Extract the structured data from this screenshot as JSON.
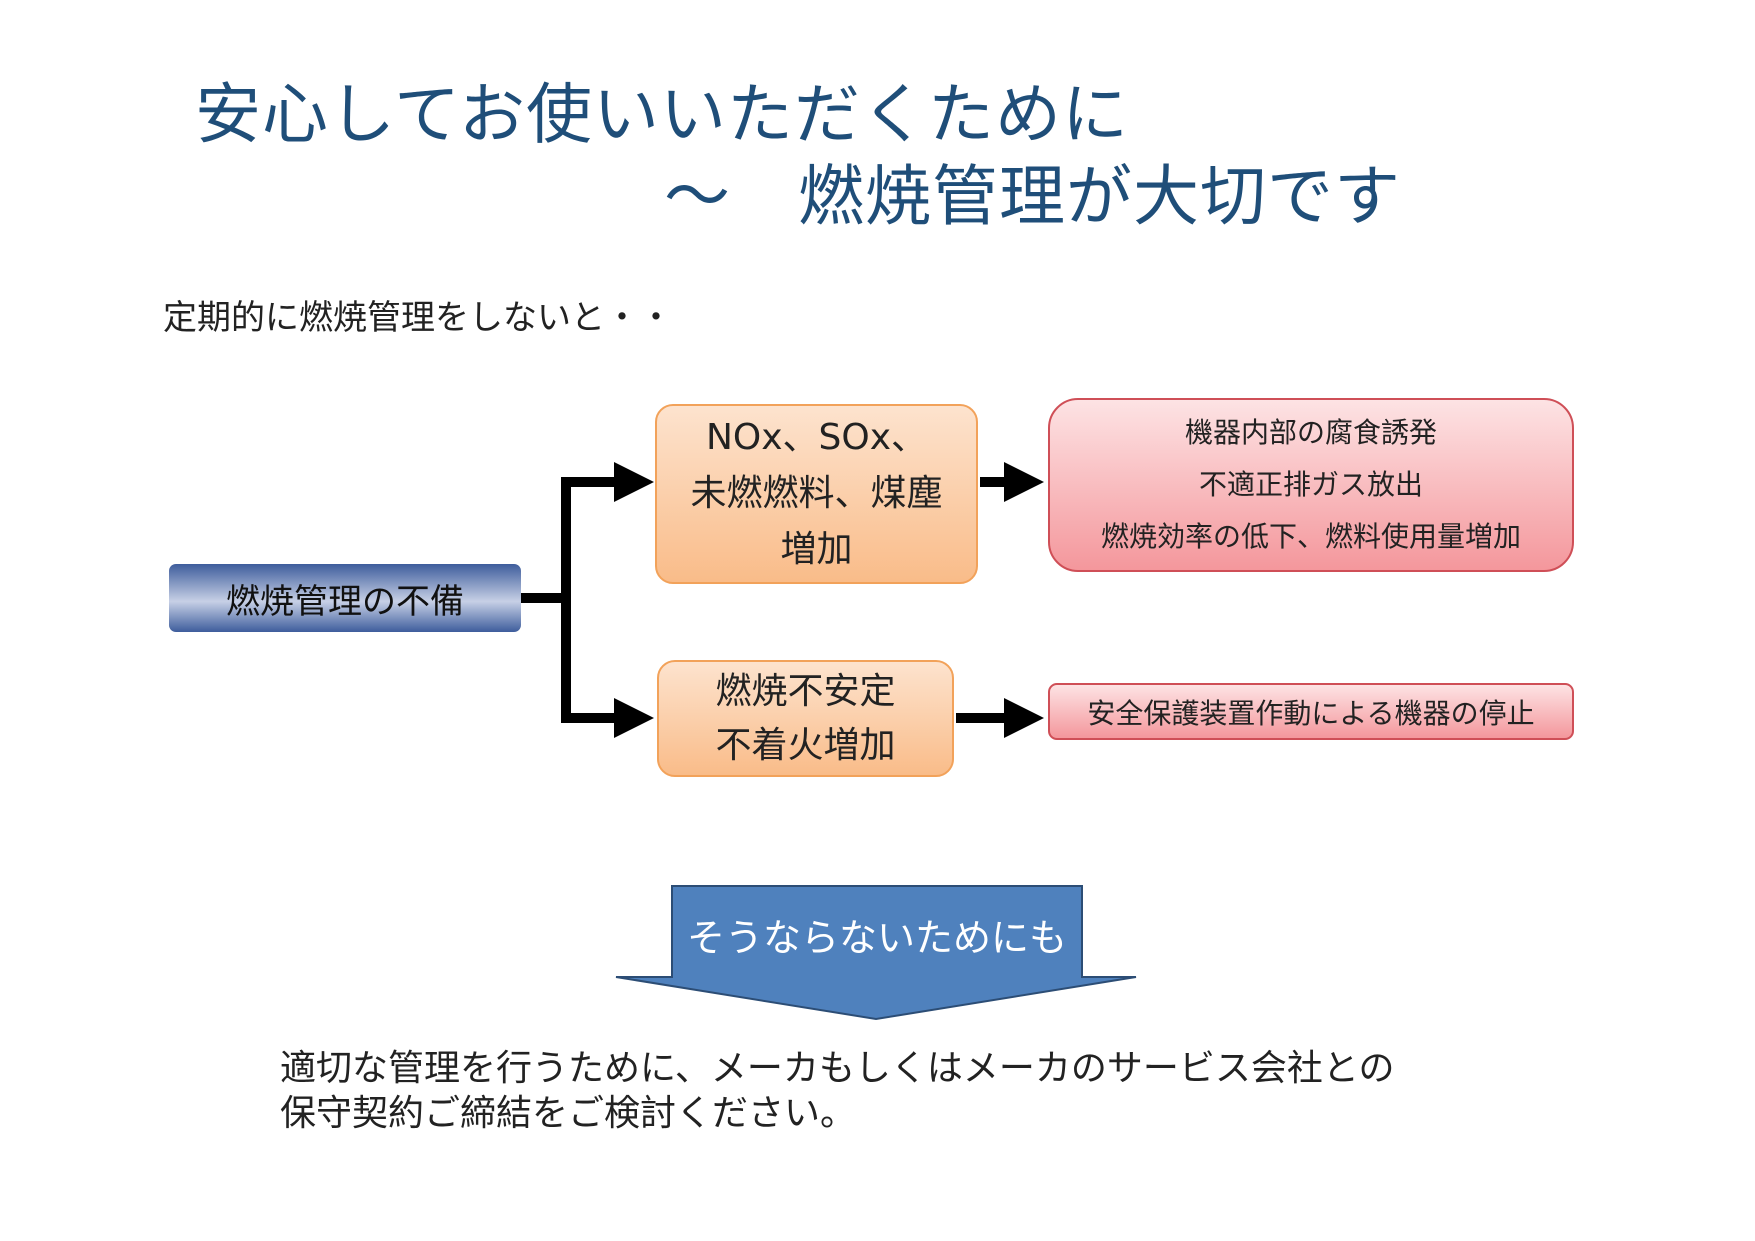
{
  "title": {
    "line1": "安心してお使いいただくために",
    "line2": "～　燃焼管理が大切です"
  },
  "intro": "定期的に燃焼管理をしないと・・",
  "diagram": {
    "cause": "燃焼管理の不備",
    "effect_upper": [
      "NOx、SOx、",
      "未燃燃料、煤塵",
      "増加"
    ],
    "effect_lower": [
      "燃焼不安定",
      "不着火増加"
    ],
    "result_upper": [
      "機器内部の腐食誘発",
      "不適正排ガス放出",
      "燃焼効率の低下、燃料使用量増加"
    ],
    "result_lower": "安全保護装置作動による機器の停止"
  },
  "banner": "そうならないためにも",
  "conclusion": [
    "適切な管理を行うために、メーカもしくはメーカのサービス会社との",
    "保守契約ご締結をご検討ください。"
  ],
  "colors": {
    "title": "#1f4e79",
    "banner_fill": "#4f81bd",
    "banner_stroke": "#2c4d75",
    "orange_border": "#f2a25a",
    "red_border": "#cf4f57",
    "connector": "#000000"
  }
}
